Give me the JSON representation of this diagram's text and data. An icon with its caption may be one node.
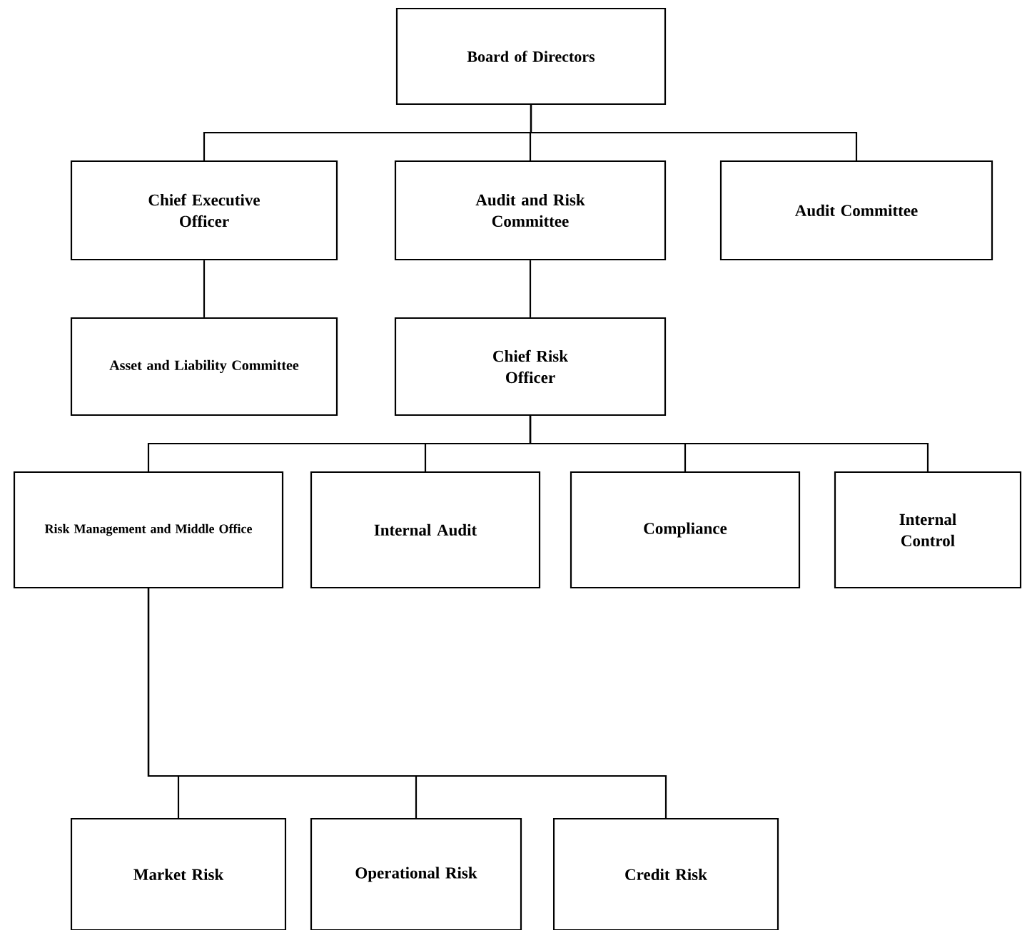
{
  "diagram": {
    "nodes": [
      {
        "text": [
          "Board of Directors"
        ]
      },
      {
        "text": [
          "Chief Executive Officer"
        ]
      },
      {
        "text": [
          "Audit and Risk Committee"
        ]
      },
      {
        "text": [
          "Audit Committee"
        ]
      },
      {
        "text": [
          "Asset and Liability Committee"
        ]
      },
      {
        "text": [
          "Chief Risk Officer"
        ]
      },
      {
        "text": [
          "Risk Management and Middle Office"
        ]
      },
      {
        "text": [
          "Internal Audit"
        ]
      },
      {
        "text": [
          "Compliance"
        ]
      },
      {
        "text": [
          "Internal Control"
        ]
      },
      {
        "text": [
          "Market Risk"
        ]
      },
      {
        "text": [
          "Operational Risk"
        ]
      },
      {
        "text": [
          "Credit Risk"
        ]
      }
    ],
    "edges": [
      {
        "from": 0,
        "to": 1,
        "arrow": "none"
      },
      {
        "from": 0,
        "to": 2,
        "arrow": "none"
      },
      {
        "from": 0,
        "to": 3,
        "arrow": "none"
      },
      {
        "from": 1,
        "to": 4,
        "arrow": "none"
      },
      {
        "from": 2,
        "to": 5,
        "arrow": "none"
      },
      {
        "from": 5,
        "to": 6,
        "arrow": "none"
      },
      {
        "from": 5,
        "to": 7,
        "arrow": "none"
      },
      {
        "from": 5,
        "to": 8,
        "arrow": "none"
      },
      {
        "from": 5,
        "to": 9,
        "arrow": "none"
      },
      {
        "from": 6,
        "to": 10,
        "arrow": "none"
      },
      {
        "from": 6,
        "to": 11,
        "arrow": "none"
      },
      {
        "from": 6,
        "to": 12,
        "arrow": "none"
      }
    ]
  }
}
